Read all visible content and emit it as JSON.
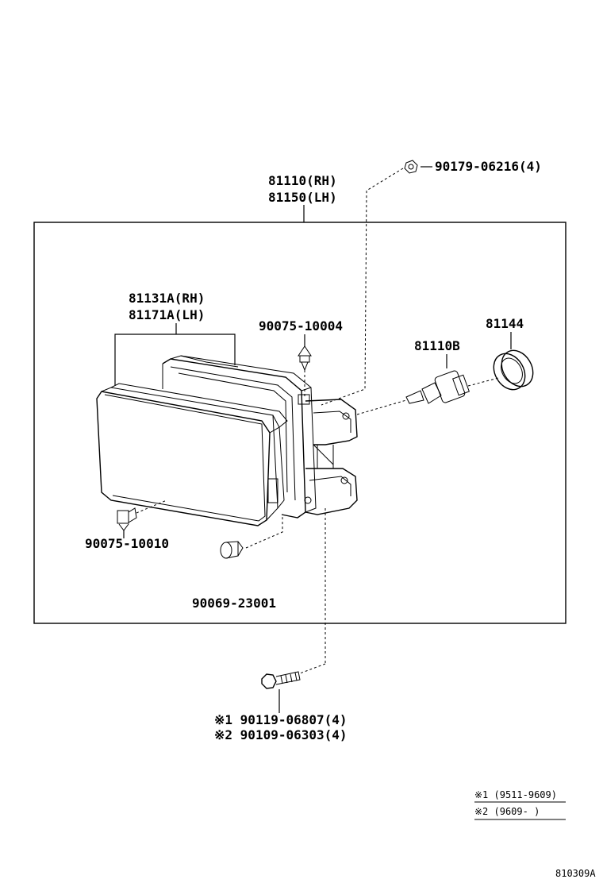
{
  "assembly": {
    "part_rh": "81110(RH)",
    "part_lh": "81150(LH)"
  },
  "lens": {
    "part_rh": "81131A(RH)",
    "part_lh": "81171A(LH)"
  },
  "parts": {
    "nut": "90179-06216(4)",
    "clip_top": "90075-10004",
    "bulb": "81110B",
    "socket_seal": "81144",
    "clip_left": "90075-10010",
    "grommet": "90069-23001",
    "bolt_1": "※1 90119-06807(4)",
    "bolt_2": "※2 90109-06303(4)"
  },
  "legend": {
    "note_1": "※1 (9511-9609)",
    "note_2": "※2 (9609-    )"
  },
  "diagram_id": "810309A"
}
